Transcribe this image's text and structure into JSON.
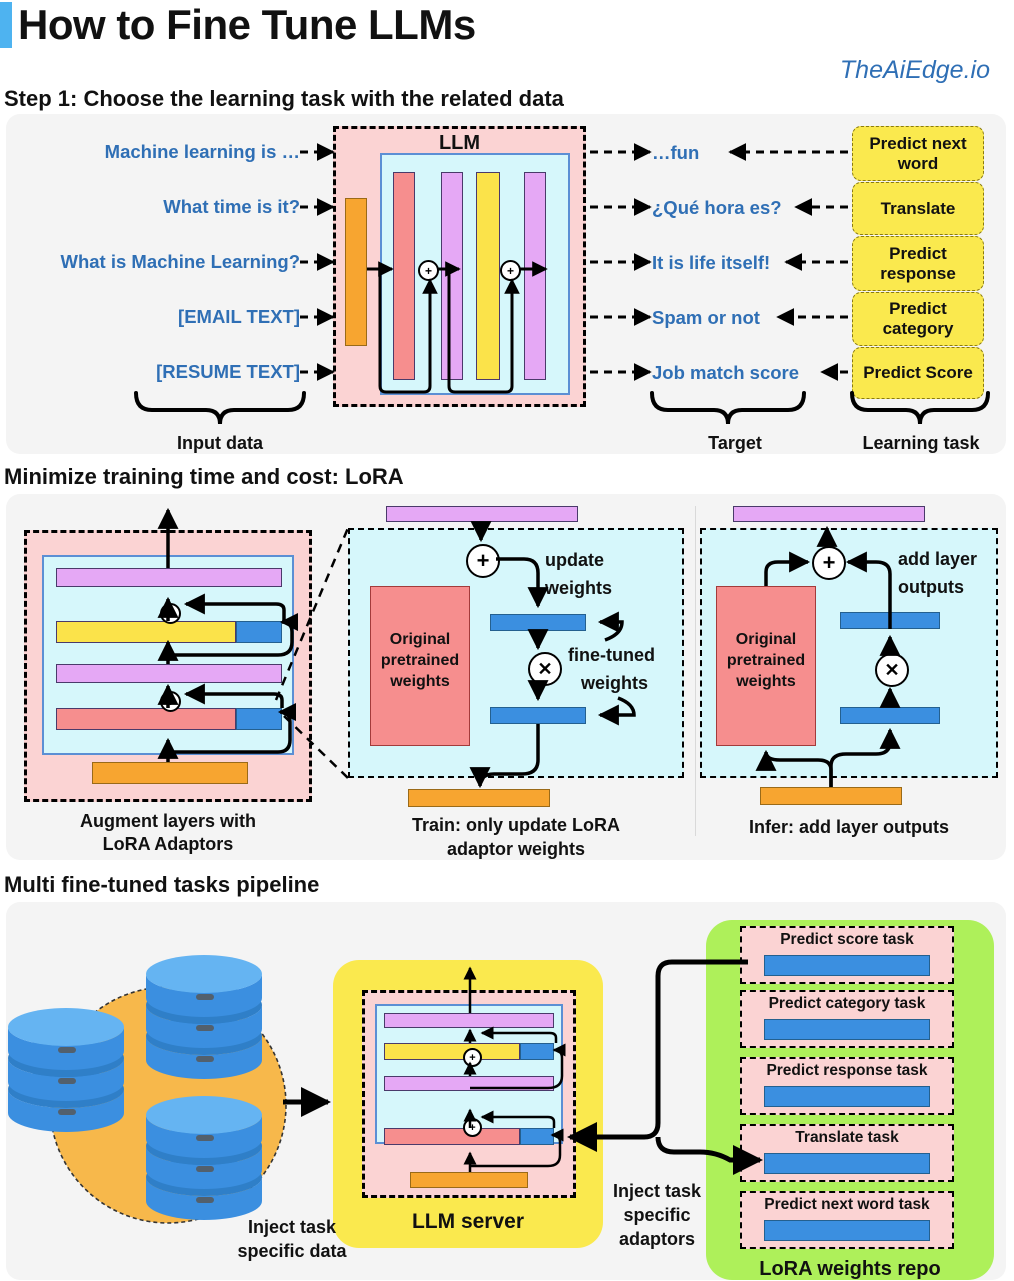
{
  "header": {
    "title": "How to Fine Tune LLMs",
    "brand": "TheAiEdge.io",
    "accent_color": "#4eb3f0",
    "brand_color": "#2f6fb5"
  },
  "sections": [
    {
      "id": "step1",
      "heading": "Step 1: Choose the learning task with the related data"
    },
    {
      "id": "lora",
      "heading": "Minimize training time and cost: LoRA"
    },
    {
      "id": "pipeline",
      "heading": "Multi fine-tuned tasks pipeline"
    }
  ],
  "step1": {
    "llm_label": "LLM",
    "group_captions": {
      "input": "Input data",
      "target": "Target",
      "task": "Learning task"
    },
    "rows": [
      {
        "input": "Machine learning is …",
        "target": "…fun",
        "task": "Predict next word"
      },
      {
        "input": "What time is it?",
        "target": "¿Qué hora es?",
        "task": "Translate"
      },
      {
        "input": "What is Machine Learning?",
        "target": "It is life itself!",
        "task": "Predict response"
      },
      {
        "input": "[EMAIL TEXT]",
        "target": "Spam or not",
        "task": "Predict category"
      },
      {
        "input": "[RESUME TEXT]",
        "target": "Job match score",
        "task": "Predict Score"
      }
    ]
  },
  "lora": {
    "left_caption_line1": "Augment layers with",
    "left_caption_line2": "LoRA Adaptors",
    "mid_caption_line1": "Train: only update LoRA",
    "mid_caption_line2": "adaptor weights",
    "right_caption": "Infer: add layer outputs",
    "mid_labels": {
      "update_weights_l1": "update",
      "update_weights_l2": "weights",
      "fine_tuned_l1": "fine-tuned",
      "fine_tuned_l2": "weights",
      "original_l1": "Original",
      "original_l2": "pretrained",
      "original_l3": "weights"
    },
    "right_labels": {
      "add_layer_l1": "add layer",
      "add_layer_l2": "outputs",
      "original_l1": "Original",
      "original_l2": "pretrained",
      "original_l3": "weights"
    },
    "op_plus": "+",
    "op_times": "✕"
  },
  "pipeline": {
    "inject_data_l1": "Inject task",
    "inject_data_l2": "specific data",
    "inject_adaptors_l1": "Inject task",
    "inject_adaptors_l2": "specific",
    "inject_adaptors_l3": "adaptors",
    "server_label": "LLM server",
    "repo_label": "LoRA weights repo",
    "repo_items": [
      {
        "label": "Predict score task"
      },
      {
        "label": "Predict category task"
      },
      {
        "label": "Predict response task"
      },
      {
        "label": "Translate task"
      },
      {
        "label": "Predict next word task"
      }
    ]
  },
  "palette": {
    "llm_fill": "#fbd3d3",
    "inner_fill": "#d6f7fb",
    "red_layer": "#f68e8e",
    "pink_layer": "#e5a8f5",
    "yellow_layer": "#fbe34a",
    "orange_layer": "#f7a530",
    "blue_adaptor": "#3b8fe0",
    "task_chip": "#fae94e",
    "repo_green": "#aef05a",
    "panel_bg": "#f4f4f4",
    "db_blue": "#3b8fe0",
    "db_circle": "#f7b84b"
  }
}
